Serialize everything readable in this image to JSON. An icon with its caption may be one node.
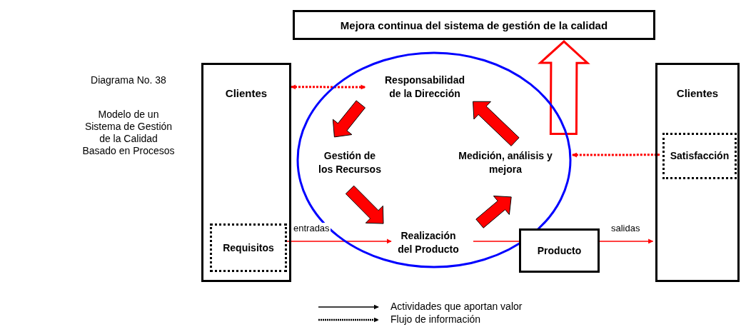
{
  "diagram": {
    "nodes": [
      {
        "text": [
          "Mejora continua del sistema de gestión de la calidad"
        ]
      },
      {
        "text": [
          "Clientes"
        ]
      },
      {
        "text": [
          "Requisitos"
        ],
        "in": 1
      },
      {
        "text": [],
        "shape": "circle"
      },
      {
        "text": [
          "Responsabilidad de la Dirección"
        ],
        "in": 3
      },
      {
        "text": [
          "Gestión de los Recursos"
        ],
        "in": 3
      },
      {
        "text": [
          "Realización del Producto"
        ],
        "in": 3
      },
      {
        "text": [
          "Medición, análisis y mejora"
        ],
        "in": 3
      },
      {
        "text": [
          "Producto"
        ]
      },
      {
        "text": [
          "Clientes"
        ]
      },
      {
        "text": [
          "Satisfacción"
        ],
        "in": 9
      }
    ],
    "edges": [
      {
        "from": 1,
        "to": 4,
        "arrow": "both",
        "style": "dashed"
      },
      {
        "from": 4,
        "to": 5,
        "arrow": "to",
        "style": "thick"
      },
      {
        "from": 5,
        "to": 6,
        "arrow": "to",
        "style": "thick"
      },
      {
        "from": 6,
        "to": 7,
        "arrow": "to",
        "style": "thick"
      },
      {
        "from": 7,
        "to": 4,
        "arrow": "to",
        "style": "thick"
      },
      {
        "from": 3,
        "to": 0,
        "arrow": "to",
        "style": "thick"
      },
      {
        "from": 2,
        "to": 6,
        "arrow": "to",
        "label": "entradas"
      },
      {
        "from": 6,
        "to": 8,
        "arrow": "none"
      },
      {
        "from": 8,
        "to": 9,
        "arrow": "to",
        "label": "salidas"
      },
      {
        "from": 7,
        "to": 10,
        "arrow": "both",
        "style": "dashed"
      }
    ],
    "labels": [
      "Diagrama No. 38",
      "Modelo de un Sistema de Gestión de la Calidad Basado en Procesos"
    ],
    "legend": [
      {
        "text": "Actividades que aportan valor"
      },
      {
        "text": "Flujo de información"
      }
    ]
  }
}
